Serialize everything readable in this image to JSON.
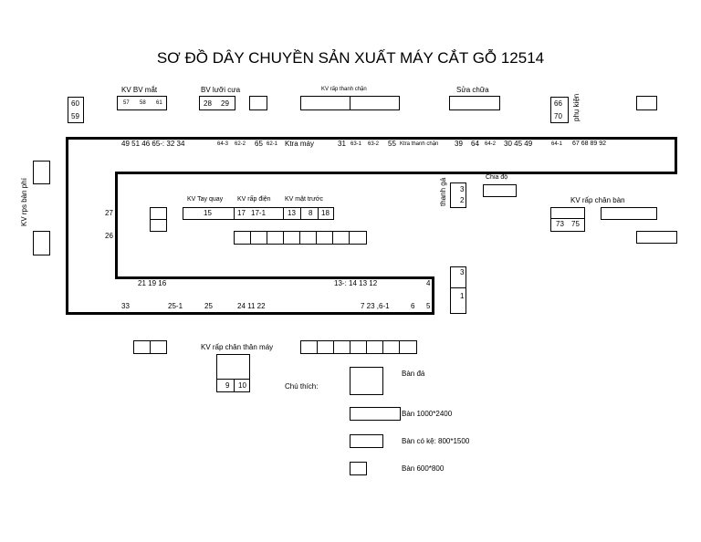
{
  "title": "SƠ ĐỒ DÂY CHUYỀN SẢN XUẤT MÁY CẮT GỖ 12514",
  "areas": {
    "kv_bv_mat": "KV BV mắt",
    "bv_luoi_cua": "BV lưỡi cưa",
    "kv_rap_thanh_chan_top": "KV rấp thanh chặn",
    "sua_chua": "Sửa chữa",
    "phu_kien": "phụ kiện",
    "kv_rps_ban_phi": "KV rps bàn phí",
    "thanh_ga": "thanh gá",
    "chia_do": "Chia độ",
    "kv_tay_quay": "KV Tay quay",
    "kv_rap_dien": "KV rấp điện",
    "kv_mat_truoc": "KV mặt trước",
    "kv_rap_chan_ban": "KV rấp chân bàn",
    "kv_rap_chan_than_may": "KV rấp chân thân máy"
  },
  "stations": {
    "s60": "60",
    "s59": "59",
    "s57": "57",
    "s58": "58",
    "s61": "61",
    "s28": "28",
    "s29": "29",
    "s66": "66",
    "s70": "70",
    "s15": "15",
    "s17": "17",
    "s17_1": "17-1",
    "s13_box": "13",
    "s8": "8",
    "s18": "18",
    "s3a": "3",
    "s2": "2",
    "s73": "73",
    "s75": "75",
    "s27": "27",
    "s26": "26",
    "s3b": "3",
    "s1": "1",
    "s9": "9",
    "s10": "10"
  },
  "top_row": {
    "left": "49   51   46  65-:  32   34",
    "a": "64-3",
    "b": "62-2",
    "c": "65",
    "d": "62-1",
    "ktra_may": "Ktra máy",
    "e": "31",
    "f": "63-1",
    "g": "63-2",
    "h": "55",
    "ktra_thanh_chan": "Ktra thanh chặn",
    "i": "39",
    "j": "64",
    "k": "64-2",
    "l": "30  45  49",
    "m": "64-1",
    "n": "67    68    89    92"
  },
  "mid_row": {
    "left": "21   19   16",
    "right": "13-:  14   13   12",
    "end": "4"
  },
  "bottom_row": {
    "a": "33",
    "b": "25-1",
    "c": "25",
    "d": "24   11   22",
    "e": "7   23  ,6-1",
    "f": "6",
    "g": "5"
  },
  "legend": {
    "chu_thich": "Chú thích:",
    "ban_da": "Bàn đá",
    "ban_1000": "Bàn 1000*2400",
    "ban_co_ke": "Bàn có kệ: 800*1500",
    "ban_600": "Bàn 600*800"
  }
}
